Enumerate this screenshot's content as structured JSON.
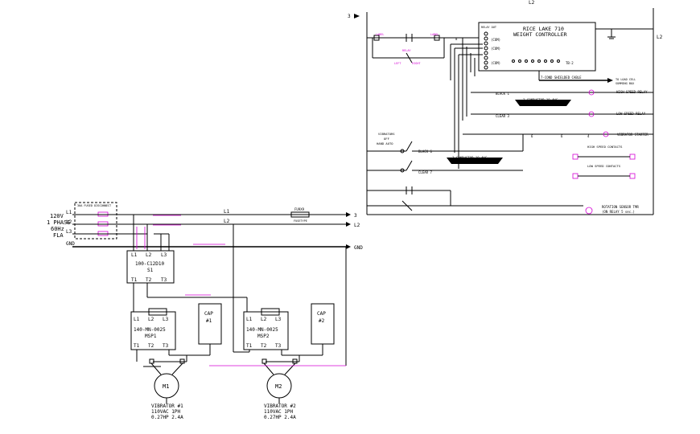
{
  "supply": {
    "voltage": "120V",
    "phase": "1 PHASE",
    "freq": "60Hz",
    "fla": "FLA",
    "l1": "L1",
    "l2": "L2",
    "l3": "L3",
    "gnd": "GND",
    "disconnect": "30A FUSED DISCONNECT"
  },
  "bus": {
    "l1_label": "L1",
    "l2_label": "L2",
    "out3": "3",
    "out_l2": "L2",
    "out_gnd": "GND",
    "fuse_label": "FU9X9",
    "fuse_sub": "FUSETYPE"
  },
  "starter": {
    "model": "100-C12D10",
    "tag": "S1",
    "top": [
      "L1",
      "L2",
      "L3"
    ],
    "bot": [
      "T1",
      "T2",
      "T3"
    ]
  },
  "msp1": {
    "model": "140-MN-0025",
    "tag": "MSP1",
    "top": [
      "L1",
      "L2",
      "L3"
    ],
    "bot": [
      "T1",
      "T2",
      "T3"
    ]
  },
  "msp2": {
    "model": "140-MN-0025",
    "tag": "MSP2",
    "top": [
      "L1",
      "L2",
      "L3"
    ],
    "bot": [
      "T1",
      "T2",
      "T3"
    ]
  },
  "cap1": {
    "label": "CAP",
    "tag": "#1"
  },
  "cap2": {
    "label": "CAP",
    "tag": "#2"
  },
  "motor1": {
    "tag": "M1",
    "line1": "VIBRATOR #1",
    "line2": "110VAC 1PH",
    "line3": "0.27HP 2.4A"
  },
  "motor2": {
    "tag": "M2",
    "line1": "VIBRATOR #2",
    "line2": "110VAC 1PH",
    "line3": "0.27HP 2.4A"
  },
  "control": {
    "top_left": "3",
    "top_mid": "L2",
    "right_l2": "L2",
    "controller_title": "RICE LAKE 710",
    "controller_sub": "WEIGHT CONTROLLER",
    "relay_out": "RELAY OUT",
    "com1": "(COM)",
    "com2": "(COM)",
    "com3": "(COM)",
    "tb": "TB-2",
    "cable": "7-COND SHIELDED CABLE",
    "to_load_cell": "TO LOAD CELL",
    "summing_box": "SUMMING BOX",
    "cond3_a": "3-CONDUCTOR 18-AWG",
    "cond3_b": "3-CONDUCTOR 18-AWG",
    "black1": "BLACK 1",
    "clear3": "CLEAR 3",
    "black6": "BLACK 6",
    "clear7": "CLEAR 7",
    "high_relay": "HIGH SPEED RELAY",
    "low_relay": "LOW SPEED RELAY",
    "vibrators": "VIBRATORS",
    "off": "OFF",
    "hand_auto": "HAND   AUTO",
    "vib_starter": "VIBRATOR STARTER",
    "high_contacts": "HIGH SPEED CONTACTS",
    "low_contacts": "LOW SPEED CONTACTS",
    "rotation": "ROTATION SENSOR TMR",
    "rotation_sub": "(ON RELAY 5 sec.)",
    "n8": "8",
    "n6a": "6",
    "n6b": "6",
    "n4": "4",
    "relay": "RELAY",
    "left": "LEFT",
    "right": "RIGHT",
    "label": "LABEL"
  }
}
